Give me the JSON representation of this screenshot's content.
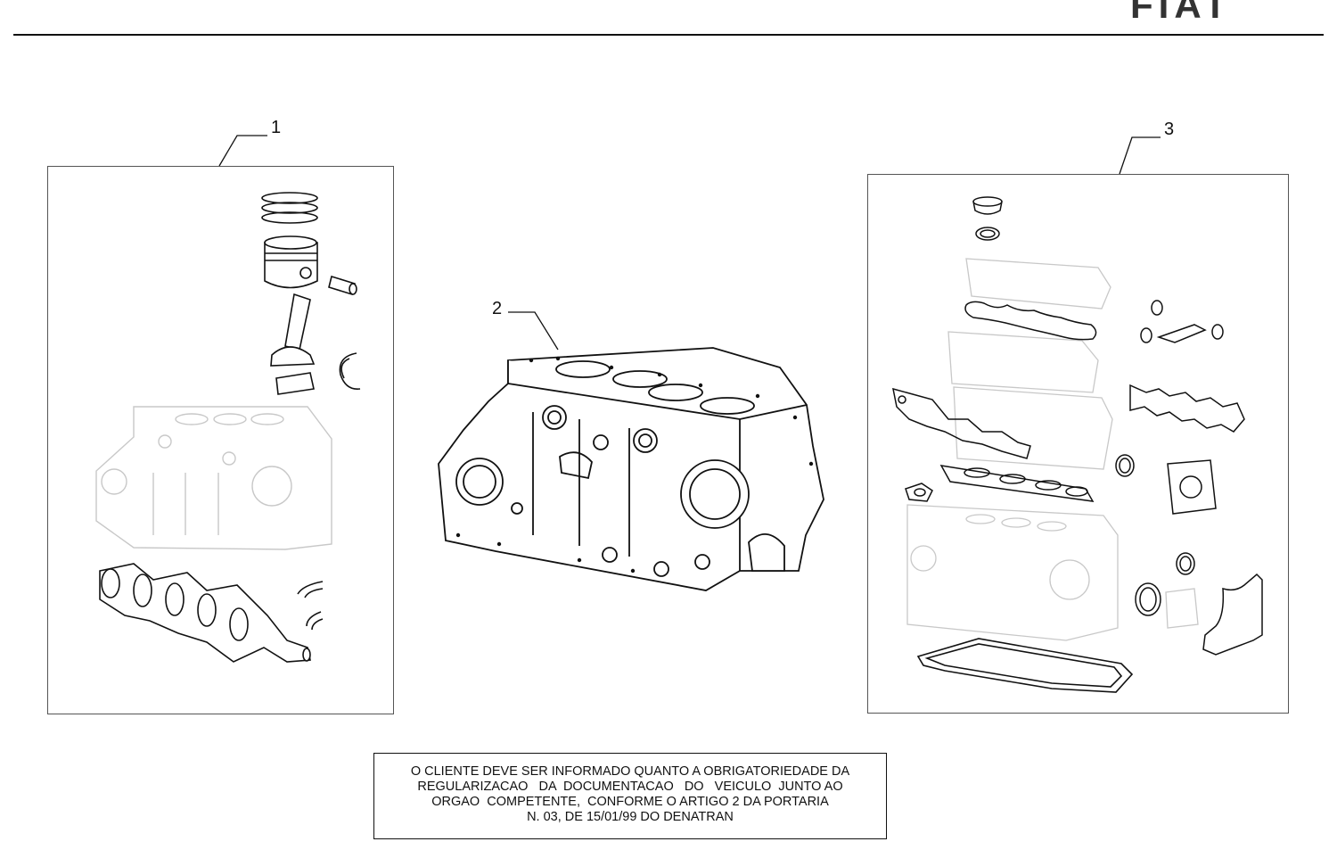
{
  "header": {
    "brand": "FIAT"
  },
  "callouts": {
    "item_1": "1",
    "item_2": "2",
    "item_3": "3"
  },
  "notice": {
    "lines": [
      "O CLIENTE DEVE SER INFORMADO QUANTO A OBRIGATORIEDADE DA",
      "REGULARIZACAO   DA  DOCUMENTACAO   DO   VEICULO  JUNTO AO",
      "ORGAO  COMPETENTE,  CONFORME O ARTIGO 2 DA PORTARIA",
      "N. 03, DE 15/01/99 DO DENATRAN"
    ]
  },
  "colors": {
    "line": "#111111",
    "faded": "#c8c8c8",
    "background": "#ffffff"
  }
}
